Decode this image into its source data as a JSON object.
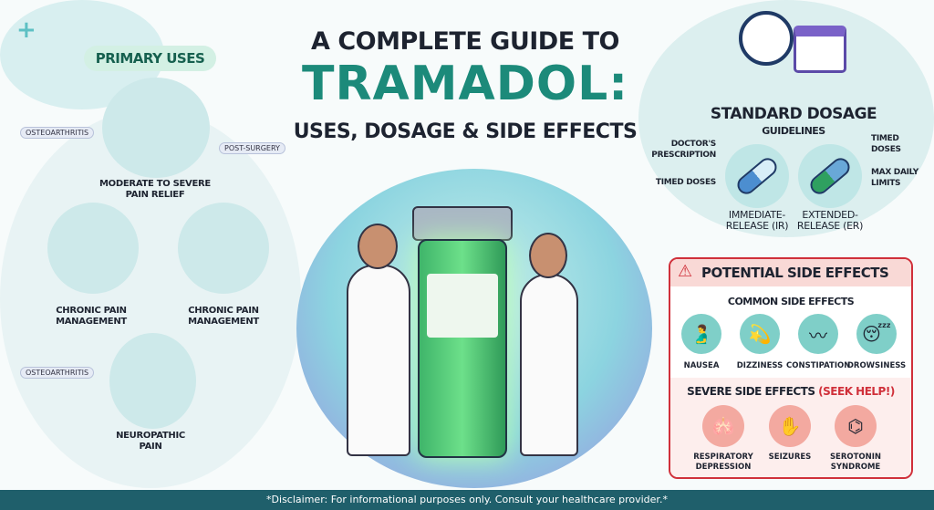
{
  "title": {
    "line1": "A COMPLETE GUIDE TO",
    "line2": "TRAMADOL:",
    "line3": "USES, DOSAGE & SIDE EFFECTS"
  },
  "primary_uses": {
    "heading": "PRIMARY USES",
    "tags": [
      "OSTEOARTHRITIS",
      "POST-SURGERY",
      "OSTEOARTHRITIS"
    ],
    "items": [
      "MODERATE TO SEVERE PAIN RELIEF",
      "CHRONIC PAIN MANAGEMENT",
      "CHRONIC PAIN MANAGEMENT",
      "NEUROPATHIC PAIN"
    ]
  },
  "dosage": {
    "heading": "STANDARD DOSAGE",
    "subheading": "GUIDELINES",
    "ir": {
      "label": "IMMEDIATE-RELEASE (IR)",
      "notes": [
        "DOCTOR'S PRESCRIPTION",
        "TIMED DOSES"
      ]
    },
    "er": {
      "label": "EXTENDED-RELEASE (ER)",
      "notes": [
        "TIMED DOSES",
        "MAX DAILY LIMITS"
      ]
    }
  },
  "side_effects": {
    "heading": "POTENTIAL SIDE EFFECTS",
    "common_heading": "COMMON SIDE EFFECTS",
    "common": [
      "NAUSEA",
      "DIZZINESS",
      "CONSTIPATION",
      "DROWSINESS"
    ],
    "severe_heading": "SEVERE SIDE EFFECTS",
    "severe_note": "(SEEK HELP!)",
    "severe": [
      "RESPIRATORY DEPRESSION",
      "SEIZURES",
      "SEROTONIN SYNDROME"
    ]
  },
  "footer": {
    "disclaimer": "*Disclaimer: For informational purposes only. Consult your healthcare provider.*"
  },
  "colors": {
    "teal": "#1c8a7a",
    "footer": "#1f5f6b",
    "red": "#d0303a"
  }
}
